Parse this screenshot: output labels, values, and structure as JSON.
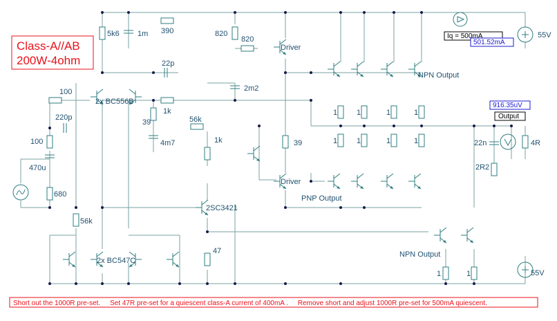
{
  "title": {
    "line1": "Class-A//AB",
    "line2": "200W-4ohm"
  },
  "labels": {
    "r_5k6": "5k6",
    "c_1m": "1m",
    "r_390": "390",
    "r_820a": "820",
    "r_820b": "820",
    "driver_top": "Driver",
    "npn_output": "NPN Output",
    "c_22p": "22p",
    "r_100a": "100",
    "bc556b": "2x BC556B",
    "c_2m2": "2m2",
    "c_220p": "220p",
    "r_1k_a": "1k",
    "r_39a": "39",
    "r_56k_a": "56k",
    "r_1k_b": "1k",
    "c_4m7": "4m7",
    "r_100b": "100",
    "c_470u": "470u",
    "r_39b": "39",
    "c_22n": "22n",
    "r_4r": "4R",
    "r_2r2": "2R2",
    "r_680": "680",
    "driver_bot": "Driver",
    "pnp_output": "PNP Output",
    "q_2sc3421": "2SC3421",
    "r_56k_b": "56k",
    "r_47": "47",
    "bc547c": "2x BC547C",
    "npn_output_2": "NPN Output",
    "r_1a": "1",
    "r_1b": "1",
    "r_1c": "1",
    "r_1d": "1",
    "r_1e": "1",
    "r_1f": "1",
    "r_1g": "1",
    "r_1h": "1",
    "r_1i": "1",
    "r_1j": "1",
    "v_55a": "55V",
    "v_55b": "55V"
  },
  "meters": {
    "iq_label": "Iq = 500mA",
    "iq_value": "501.52mA",
    "out_value": "916.35uV",
    "out_label": "Output"
  },
  "note": "Short out the 1000R pre-set.     Set 47R pre-set for a quiescent class-A current of 400mA .     Remove short and adjust 1000R pre-set for 500mA quiescent."
}
